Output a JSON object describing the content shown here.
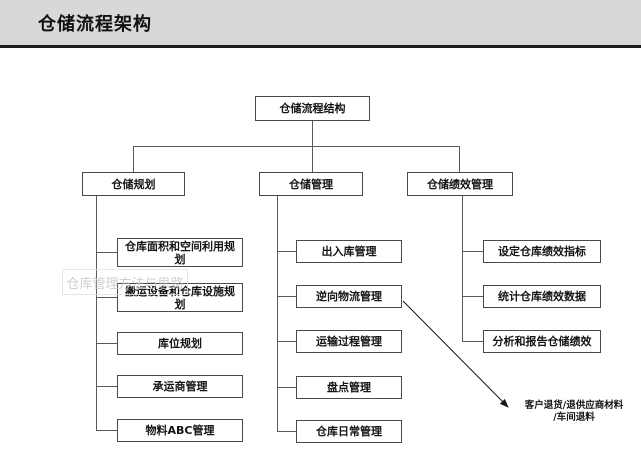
{
  "header": {
    "title": "仓储流程架构"
  },
  "diagram": {
    "root": {
      "label": "仓储流程结构"
    },
    "branches": [
      {
        "label": "仓储规划",
        "children": [
          "仓库面积和空间利用规划",
          "搬运设备和仓库设施规划",
          "库位规划",
          "承运商管理",
          "物料ABC管理"
        ]
      },
      {
        "label": "仓储管理",
        "children": [
          "出入库管理",
          "逆向物流管理",
          "运输过程管理",
          "盘点管理",
          "仓库日常管理"
        ]
      },
      {
        "label": "仓储绩效管理",
        "children": [
          "设定仓库绩效指标",
          "统计仓库绩效数据",
          "分析和报告仓储绩效"
        ]
      }
    ],
    "annotation": {
      "line1": "客户退货/退供应商材料",
      "line2": "/车间退料",
      "source": "逆向物流管理"
    },
    "watermark": "仓库管理方法与思路"
  },
  "colors": {
    "header_bg": "#d8d8d8",
    "header_rule": "#1c1c1c",
    "box_border": "#4a4a4a",
    "connector": "#5a5a5a",
    "watermark_text": "#c6c6c6"
  }
}
